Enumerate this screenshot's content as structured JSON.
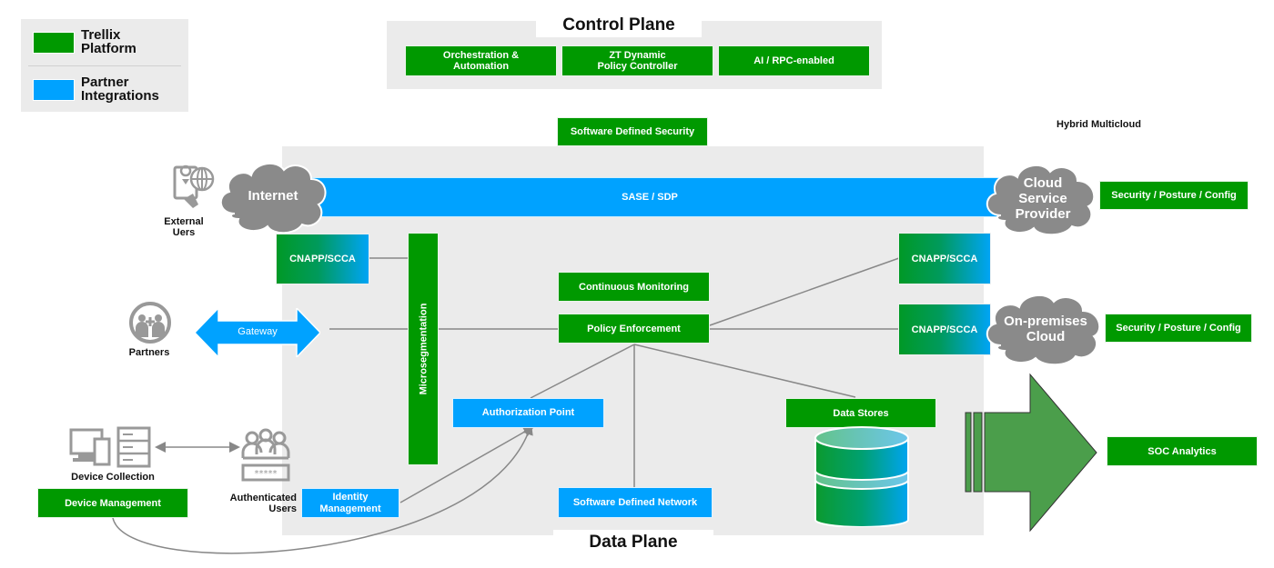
{
  "legend": {
    "items": [
      {
        "label_line1": "Trellix",
        "label_line2": "Platform",
        "color": "#009900"
      },
      {
        "label_line1": "Partner",
        "label_line2": "Integrations",
        "color": "#00a2ff"
      }
    ]
  },
  "control_plane": {
    "title": "Control Plane",
    "boxes": [
      {
        "line1": "Orchestration &",
        "line2": "Automation"
      },
      {
        "line1": "ZT Dynamic",
        "line2": "Policy Controller"
      },
      {
        "line1": "AI / RPC-enabled",
        "line2": ""
      }
    ]
  },
  "software_defined_security": "Software Defined Security",
  "hybrid_multicloud": "Hybrid Multicloud",
  "internet": {
    "cloud_label": "Internet",
    "icon_label_line1": "External",
    "icon_label_line2": "Uers"
  },
  "sase_bar": "SASE / SDP",
  "cloud_service_provider": {
    "line1": "Cloud",
    "line2": "Service",
    "line3": "Provider",
    "security_box": "Security / Posture / Config"
  },
  "on_premises": {
    "line1": "On-premises",
    "line2": "Cloud",
    "security_box": "Security / Posture / Config"
  },
  "cnapp_left": "CNAPP/SCCA",
  "cnapp_right_top": "CNAPP/SCCA",
  "cnapp_right_mid": "CNAPP/SCCA",
  "microsegmentation": "Microsegmentation",
  "partners": {
    "label": "Partners",
    "gateway": "Gateway"
  },
  "continuous_monitoring": "Continuous Monitoring",
  "policy_enforcement": "Policy Enforcement",
  "authorization_point": "Authorization Point",
  "data_stores": "Data Stores",
  "software_defined_network": "Software Defined Network",
  "identity_management": {
    "line1": "Identity",
    "line2": "Management"
  },
  "authenticated_users": {
    "line1": "Authenticated",
    "line2": "Users"
  },
  "device_collection": "Device Collection",
  "device_management": "Device Management",
  "soc_analytics": "SOC Analytics",
  "data_plane": {
    "title": "Data Plane"
  }
}
